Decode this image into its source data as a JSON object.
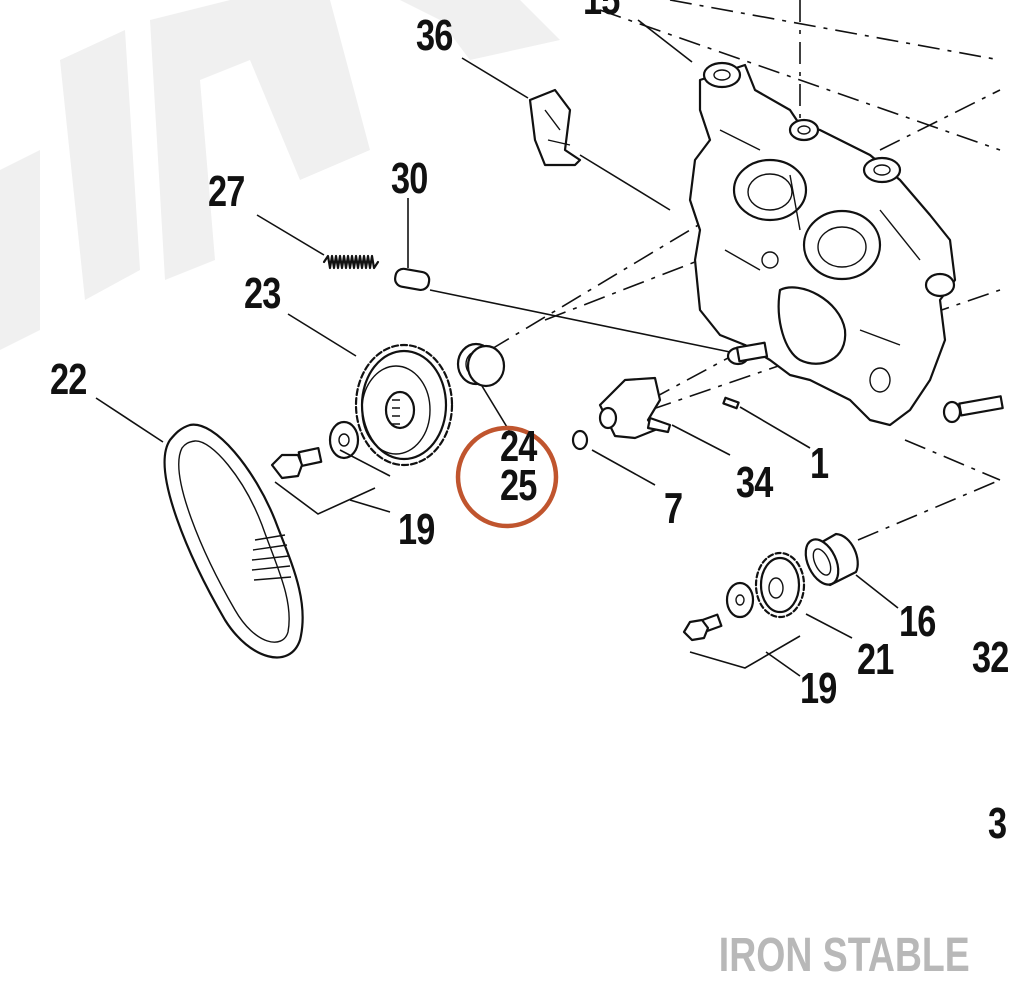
{
  "watermark": {
    "text": "IRON STABLE",
    "color": "#b8b8b8",
    "background_mark_color": "#f0f0f0"
  },
  "highlight": {
    "color": "#c0552e",
    "target_label": "24/25"
  },
  "callouts": {
    "c15": "15",
    "c36": "36",
    "c30": "30",
    "c27": "27",
    "c23": "23",
    "c22": "22",
    "c24": "24",
    "c25": "25",
    "c7": "7",
    "c34": "34",
    "c1": "1",
    "c19a": "19",
    "c16": "16",
    "c21": "21",
    "c19b": "19",
    "c32": "32",
    "c3": "3"
  }
}
